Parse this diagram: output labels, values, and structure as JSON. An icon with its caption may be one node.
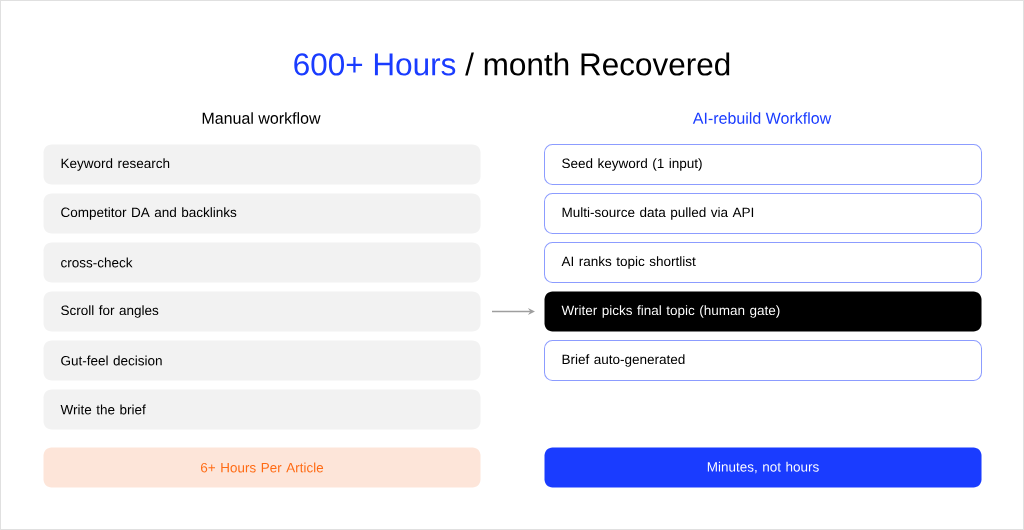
{
  "diagram": {
    "title": "600+ Hours / month Recovered",
    "nodes": [
      {
        "text": [
          "Keyword research"
        ]
      },
      {
        "text": [
          "Competitor DA and backlinks"
        ]
      },
      {
        "text": [
          "cross-check"
        ]
      },
      {
        "text": [
          "Scroll for angles"
        ]
      },
      {
        "text": [
          "Gut-feel decision"
        ]
      },
      {
        "text": [
          "Write the brief"
        ]
      },
      {
        "text": [
          "6+ Hours Per Article"
        ]
      },
      {
        "text": [
          "Seed keyword (1 input)"
        ]
      },
      {
        "text": [
          "Multi-source data pulled via API"
        ]
      },
      {
        "text": [
          "AI ranks topic shortlist"
        ]
      },
      {
        "text": [
          "Writer picks final topic (human gate)"
        ]
      },
      {
        "text": [
          "Brief auto-generated"
        ]
      },
      {
        "text": [
          "Minutes, not hours"
        ]
      }
    ],
    "edges": [
      {
        "from": 3,
        "to": 10,
        "arrow": "to"
      }
    ],
    "labels": [
      "Manual workflow",
      "AI-rebuild Workflow"
    ]
  }
}
